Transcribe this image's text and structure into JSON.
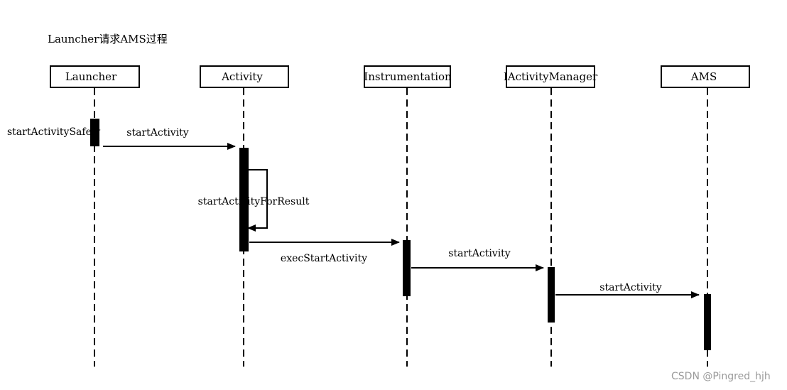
{
  "title": "Launcher请求AMS过程",
  "watermark": "CSDN @Pingred_hjh",
  "participants": [
    {
      "id": "launcher",
      "label": "Launcher"
    },
    {
      "id": "activity",
      "label": "Activity"
    },
    {
      "id": "instrumentation",
      "label": "Instrumentation"
    },
    {
      "id": "iactivitymanager",
      "label": "IActivityManager"
    },
    {
      "id": "ams",
      "label": "AMS"
    }
  ],
  "messages": [
    {
      "label": "startActivitySafely",
      "from": "launcher",
      "to": "launcher",
      "kind": "entry"
    },
    {
      "label": "startActivity",
      "from": "launcher",
      "to": "activity",
      "kind": "call"
    },
    {
      "label": "startActivityForResult",
      "from": "activity",
      "to": "activity",
      "kind": "self"
    },
    {
      "label": "execStartActivity",
      "from": "activity",
      "to": "instrumentation",
      "kind": "call"
    },
    {
      "label": "startActivity",
      "from": "instrumentation",
      "to": "iactivitymanager",
      "kind": "call"
    },
    {
      "label": "startActivity",
      "from": "iactivitymanager",
      "to": "ams",
      "kind": "call"
    }
  ]
}
